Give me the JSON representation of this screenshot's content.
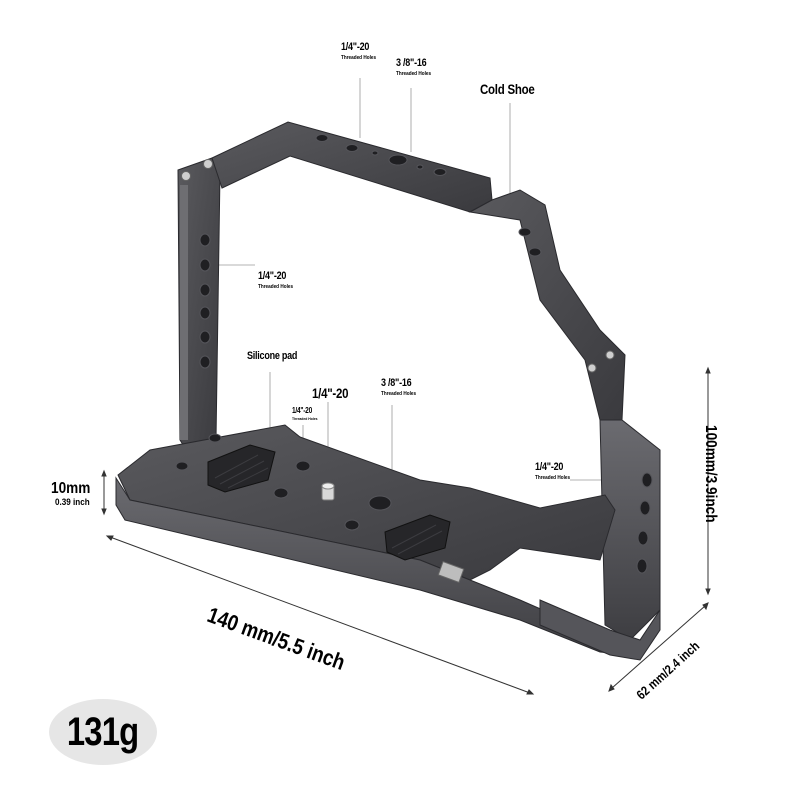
{
  "product": {
    "name": "camera-cage",
    "body_color": "#4a4a4e",
    "edge_color": "#2c2c30",
    "highlight_color": "#6a6a6e",
    "screw_color": "#c8c8c8"
  },
  "callouts": {
    "top_quarter": {
      "main": "1/4\"-20",
      "sub": "Threaded Holes"
    },
    "top_three_eighths": {
      "main": "3 /8\"-16",
      "sub": "Threaded Holes"
    },
    "cold_shoe": {
      "main": "Cold Shoe"
    },
    "left_side_quarter": {
      "main": "1/4\"-20",
      "sub": "Threaded Holes"
    },
    "silicone_pad": {
      "main": "Silicone pad"
    },
    "base_quarter_large": {
      "main": "1/4\"-20"
    },
    "base_quarter_small": {
      "main": "1/4\"-20",
      "sub": "Threaded Holes"
    },
    "base_three_eighths": {
      "main": "3 /8\"-16",
      "sub": "Threaded Holes"
    },
    "right_side_quarter": {
      "main": "1/4\"-20",
      "sub": "Threaded Holes"
    }
  },
  "dimensions": {
    "thickness_mm": "10mm",
    "thickness_in": "0.39 inch",
    "height": "100mm/3.9inch",
    "length": "140 mm/5.5 inch",
    "depth": "62 mm/2.4 inch"
  },
  "weight": {
    "value": "131g",
    "badge_color": "#e6e6e6"
  }
}
